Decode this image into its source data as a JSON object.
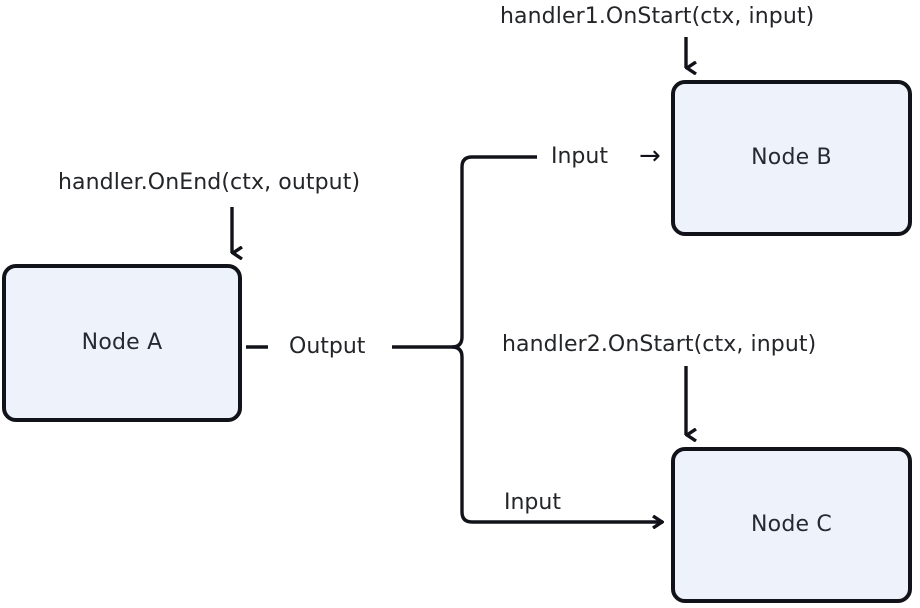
{
  "diagram": {
    "type": "flow-diagram",
    "background_color": "#ffffff",
    "node_fill_color": "#eef2fb",
    "node_border_color": "#12131a",
    "text_color": "#232528",
    "nodes": [
      {
        "id": "node-a",
        "label": "Node A"
      },
      {
        "id": "node-b",
        "label": "Node B"
      },
      {
        "id": "node-c",
        "label": "Node C"
      }
    ],
    "handler_annotations": [
      {
        "id": "handler-on-end",
        "text": "handler.OnEnd(ctx, output)",
        "target": "Node A"
      },
      {
        "id": "handler1-on-start",
        "text": "handler1.OnStart(ctx, input)",
        "target": "Node B"
      },
      {
        "id": "handler2-on-start",
        "text": "handler2.OnStart(ctx, input)",
        "target": "Node C"
      }
    ],
    "edge_labels": [
      {
        "id": "output-label",
        "text": "Output",
        "from": "Node A"
      },
      {
        "id": "input-label-b",
        "text": "Input",
        "to": "Node B"
      },
      {
        "id": "input-label-c",
        "text": "Input",
        "to": "Node C"
      }
    ],
    "arrow_glyphs": [
      {
        "id": "input-arrow-b",
        "glyph": "→"
      }
    ]
  }
}
